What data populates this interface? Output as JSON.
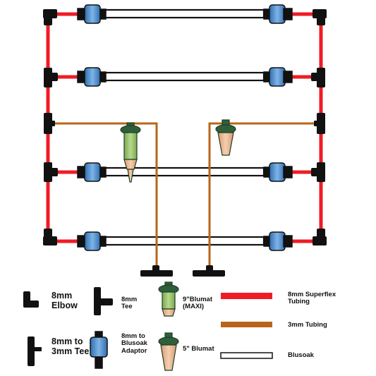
{
  "legend": {
    "elbow_label": "8mm\nElbow",
    "tee_label": "8mm\nTee",
    "blumat9_label": "9\"Blumat\n(MAXI)",
    "superflex_label": "8mm Superflex\nTubing",
    "elbow3_label": "8mm to\n3mm Tee",
    "adaptor_label": "8mm to\nBlusoak\nAdaptor",
    "blumat5_label": "5\" Blumat",
    "tubing3_label": "3mm Tubing",
    "blusoak_label": "Blusoak"
  },
  "colors": {
    "superflex": "#ee1c25",
    "tubing_3mm": "#b8651a",
    "blusoak_fill": "#ffffff",
    "fitting": "#111111",
    "adaptor": "#5b9bd5",
    "blumat_cap": "#2f5f3a",
    "blumat_maxi_body": "#9cc56c",
    "blumat_cone": "#e9b88f"
  }
}
